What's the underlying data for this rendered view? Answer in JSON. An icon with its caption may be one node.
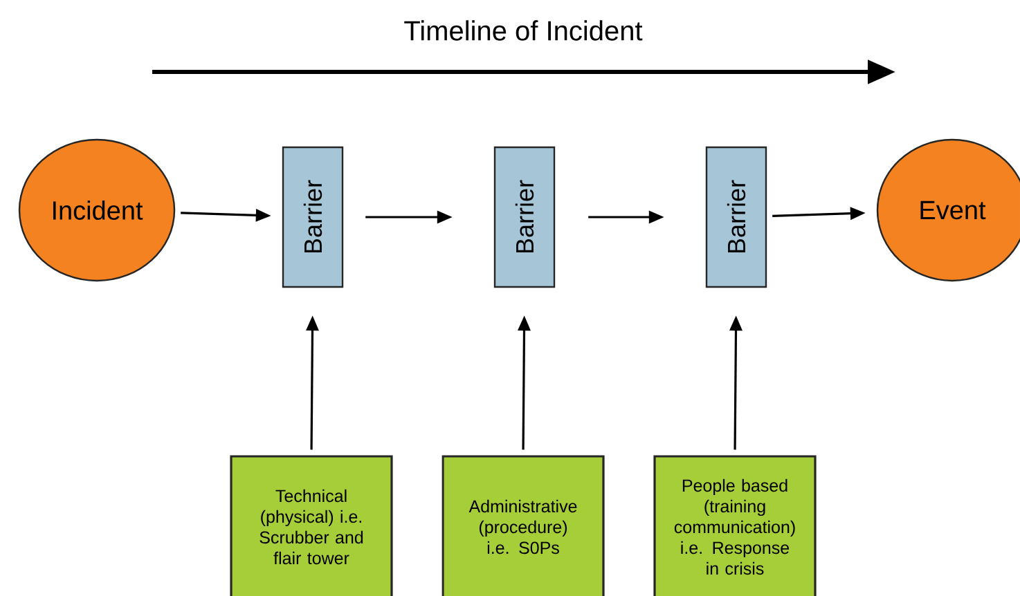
{
  "diagram": {
    "title": "Timeline of Incident",
    "nodes": [
      {
        "text": [
          "Incident"
        ]
      },
      {
        "text": [
          "Barrier"
        ]
      },
      {
        "text": [
          "Barrier"
        ]
      },
      {
        "text": [
          "Barrier"
        ]
      },
      {
        "text": [
          "Event"
        ]
      },
      {
        "text": [
          "Technical (physical) i.e. Scrubber and flair tower"
        ]
      },
      {
        "text": [
          "Administrative (procedure) i.e. S0Ps"
        ]
      },
      {
        "text": [
          "People based (training communication) i.e. Response in crisis"
        ]
      }
    ],
    "edges": [
      {
        "from": 0,
        "to": 1,
        "arrow": "to"
      },
      {
        "from": 1,
        "to": 2,
        "arrow": "to"
      },
      {
        "from": 2,
        "to": 3,
        "arrow": "to"
      },
      {
        "from": 3,
        "to": 4,
        "arrow": "to"
      },
      {
        "from": 5,
        "to": 1,
        "arrow": "to"
      },
      {
        "from": 6,
        "to": 2,
        "arrow": "to"
      },
      {
        "from": 7,
        "to": 3,
        "arrow": "to"
      }
    ]
  }
}
